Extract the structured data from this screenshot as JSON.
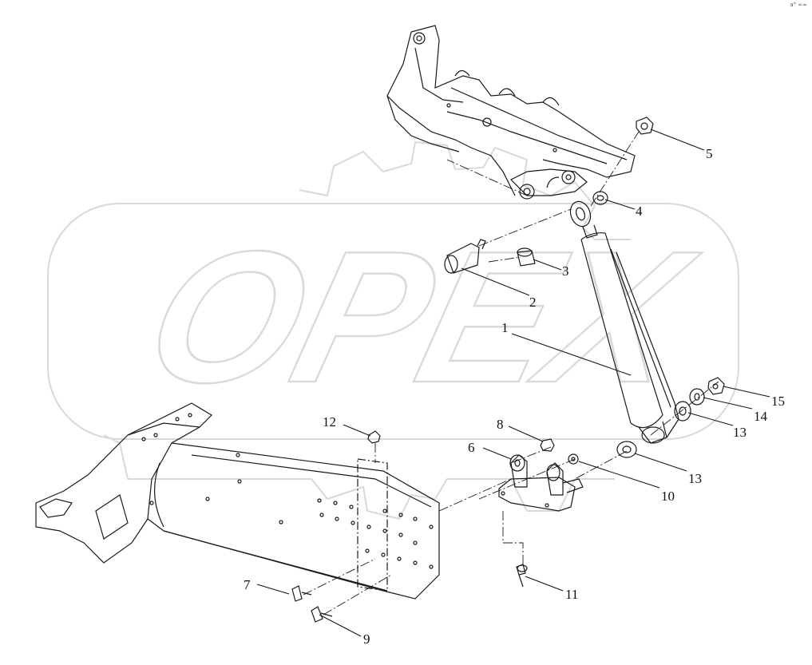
{
  "watermark": {
    "text": "OPEX",
    "color": "#d9d9d9"
  },
  "corner_mark": "a° ∞∞",
  "colors": {
    "line": "#1a1a1a",
    "leader": "#111111",
    "paper": "#ffffff"
  },
  "callouts": [
    {
      "id": "1",
      "label": "1"
    },
    {
      "id": "2",
      "label": "2"
    },
    {
      "id": "3",
      "label": "3"
    },
    {
      "id": "4",
      "label": "4"
    },
    {
      "id": "5",
      "label": "5"
    },
    {
      "id": "6",
      "label": "6"
    },
    {
      "id": "7",
      "label": "7"
    },
    {
      "id": "8",
      "label": "8"
    },
    {
      "id": "9",
      "label": "9"
    },
    {
      "id": "10",
      "label": "10"
    },
    {
      "id": "11",
      "label": "11"
    },
    {
      "id": "12",
      "label": "12"
    },
    {
      "id": "13a",
      "label": "13"
    },
    {
      "id": "13b",
      "label": "13"
    },
    {
      "id": "14",
      "label": "14"
    },
    {
      "id": "15",
      "label": "15"
    }
  ]
}
